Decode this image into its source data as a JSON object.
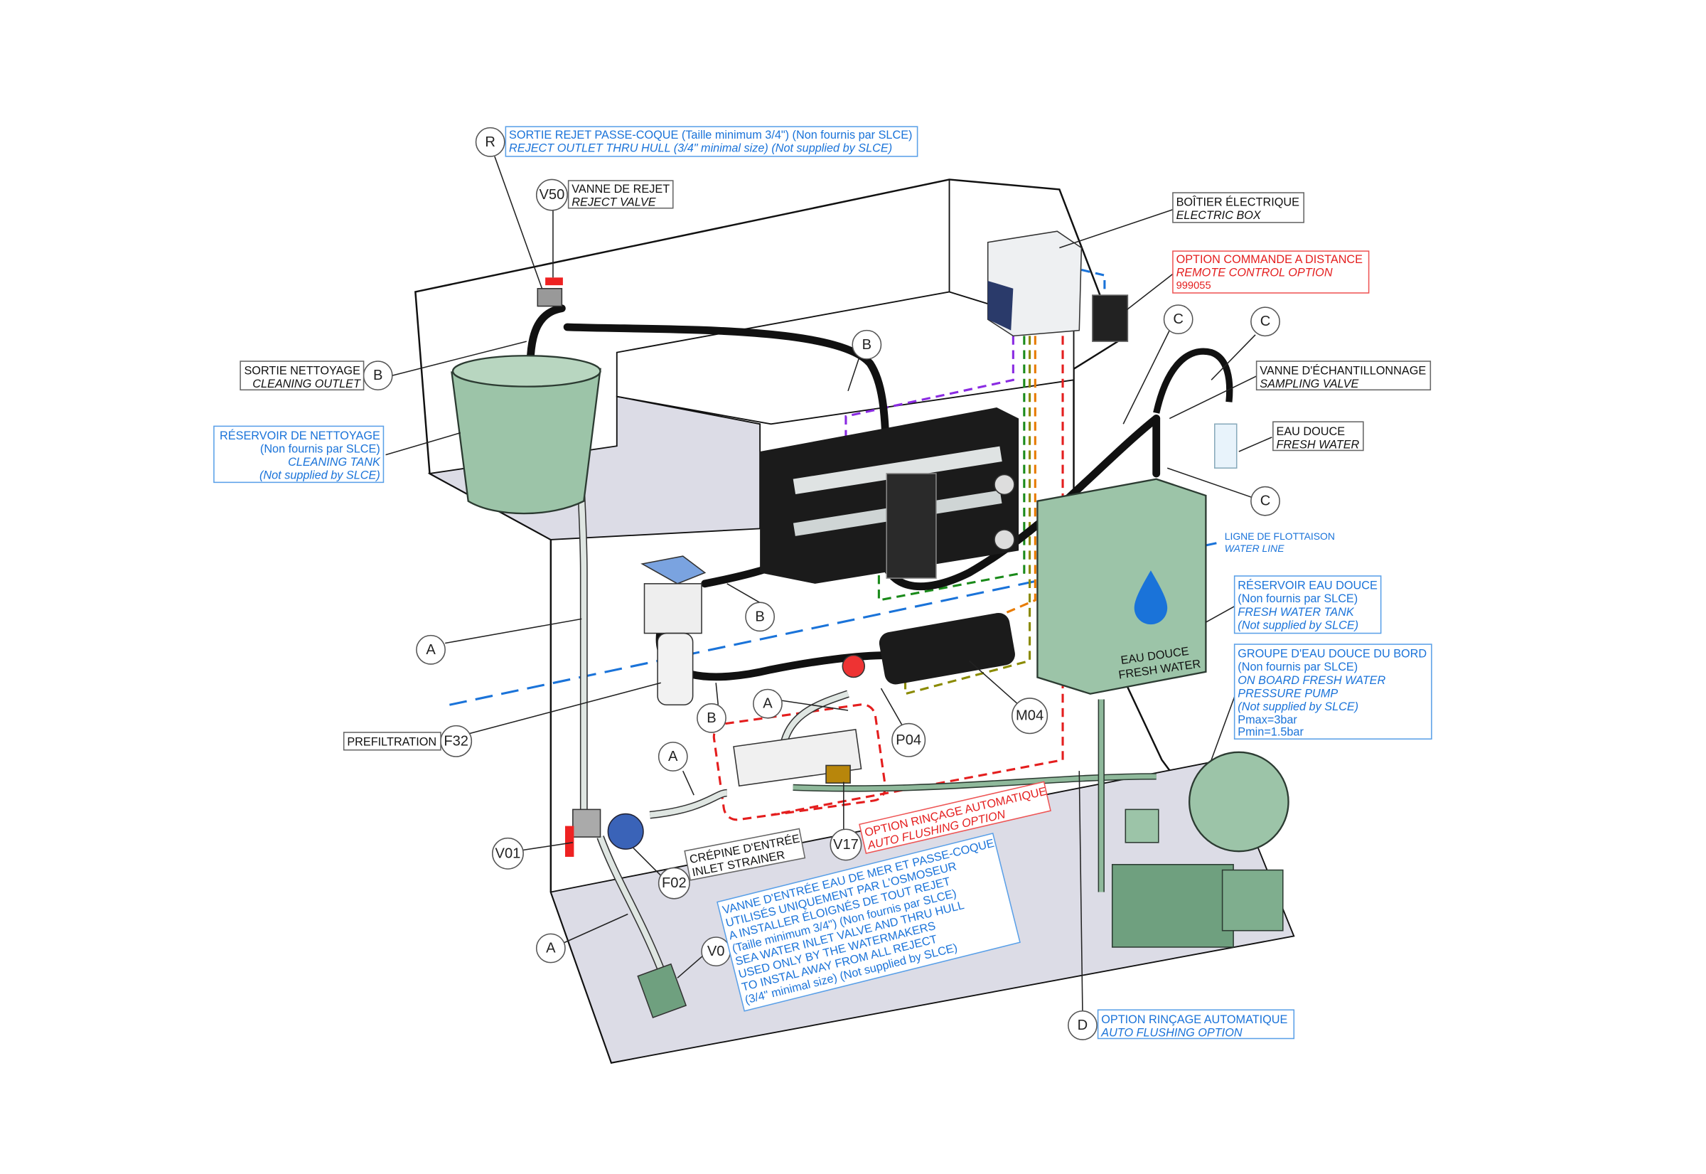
{
  "callouts": {
    "R": "R",
    "V50": "V50",
    "B": "B",
    "A": "A",
    "C": "C",
    "F32": "F32",
    "M04": "M04",
    "P04": "P04",
    "V17": "V17",
    "V01": "V01",
    "F02": "F02",
    "V0": "V0",
    "D": "D"
  },
  "labels": {
    "reject_outlet": [
      "SORTIE REJET PASSE-COQUE (Taille minimum 3/4\") (Non fournis par SLCE)",
      "REJECT OUTLET THRU HULL (3/4\" minimal size) (Not supplied by SLCE)"
    ],
    "reject_valve": [
      "VANNE DE REJET",
      "REJECT VALVE"
    ],
    "electric_box": [
      "BOÎTIER ÉLECTRIQUE",
      "ELECTRIC BOX"
    ],
    "remote_control": [
      "OPTION COMMANDE A DISTANCE",
      "REMOTE CONTROL OPTION",
      "999055"
    ],
    "sampling_valve": [
      "VANNE D'ÉCHANTILLONNAGE",
      "SAMPLING VALVE"
    ],
    "fresh_water": [
      "EAU DOUCE",
      "FRESH WATER"
    ],
    "water_line": [
      "LIGNE DE FLOTTAISON",
      "WATER LINE"
    ],
    "fresh_water_tank": [
      "RÉSERVOIR EAU DOUCE",
      "(Non fournis par SLCE)",
      "FRESH WATER TANK",
      "(Not supplied by SLCE)"
    ],
    "pressure_pump": [
      "GROUPE D'EAU DOUCE DU BORD",
      "(Non fournis par SLCE)",
      "ON BOARD FRESH WATER",
      "PRESSURE PUMP",
      "(Not supplied by SLCE)",
      "Pmax=3bar",
      "Pmin=1.5bar"
    ],
    "cleaning_outlet": [
      "SORTIE NETTOYAGE",
      "CLEANING OUTLET"
    ],
    "cleaning_tank": [
      "RÉSERVOIR DE NETTOYAGE",
      "(Non fournis par SLCE)",
      "CLEANING TANK",
      "(Not supplied by SLCE)"
    ],
    "prefiltration": "PREFILTRATION",
    "inlet_strainer": [
      "CRÉPINE D'ENTRÉE",
      "INLET STRAINER"
    ],
    "auto_flushing_v17": [
      "OPTION RINÇAGE AUTOMATIQUE",
      "AUTO FLUSHING OPTION"
    ],
    "inlet_valve": [
      "VANNE D'ENTRÉE EAU DE MER ET PASSE-COQUE",
      "UTILISÉS UNIQUEMENT PAR L'OSMOSEUR",
      "A INSTALLER ÉLOIGNÉS DE TOUT REJET",
      "(Taille minimum 3/4\") (Non fournis par SLCE)",
      "SEA WATER INLET VALVE AND THRU HULL",
      "USED ONLY BY THE WATERMAKERS",
      "TO INSTAL AWAY FROM ALL REJECT",
      "(3/4\" minimal size) (Not supplied by SLCE)"
    ],
    "auto_flushing_d": [
      "OPTION RINÇAGE AUTOMATIQUE",
      "AUTO FLUSHING OPTION"
    ],
    "tank_text": [
      "EAU DOUCE",
      "FRESH WATER"
    ]
  },
  "colors": {
    "blue_note": "#1a73d9",
    "red_option": "#e41e1e",
    "tank_green": "#9cc4a8",
    "hull_grey": "#dcdce6"
  }
}
